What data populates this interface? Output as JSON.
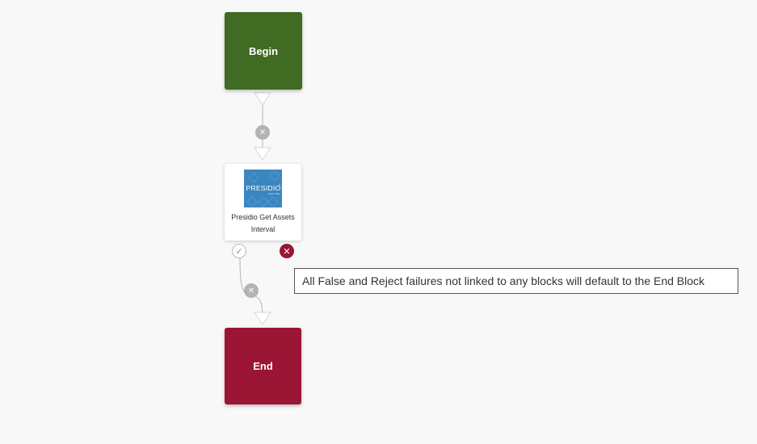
{
  "colors": {
    "begin": "#3f6b22",
    "end": "#9b1535",
    "connector": "#b3b3b3",
    "success": "#7aa83a",
    "failure": "#9b1535",
    "presidio_logo": "#3a86c0"
  },
  "begin_block": {
    "label": "Begin"
  },
  "end_block": {
    "label": "End"
  },
  "action_block": {
    "logo_text": "PRESIDIO",
    "logo_mark": "®",
    "logo_subtext": "Future. Built.",
    "label": "Presidio Get Assets Interval"
  },
  "ports": {
    "success_icon": "check-icon",
    "failure_icon": "close-icon",
    "success_glyph": "✓",
    "failure_glyph": "✕",
    "remove_glyph": "✕"
  },
  "tooltip": {
    "text": "All False and Reject failures not linked to any blocks will default to the End Block"
  }
}
